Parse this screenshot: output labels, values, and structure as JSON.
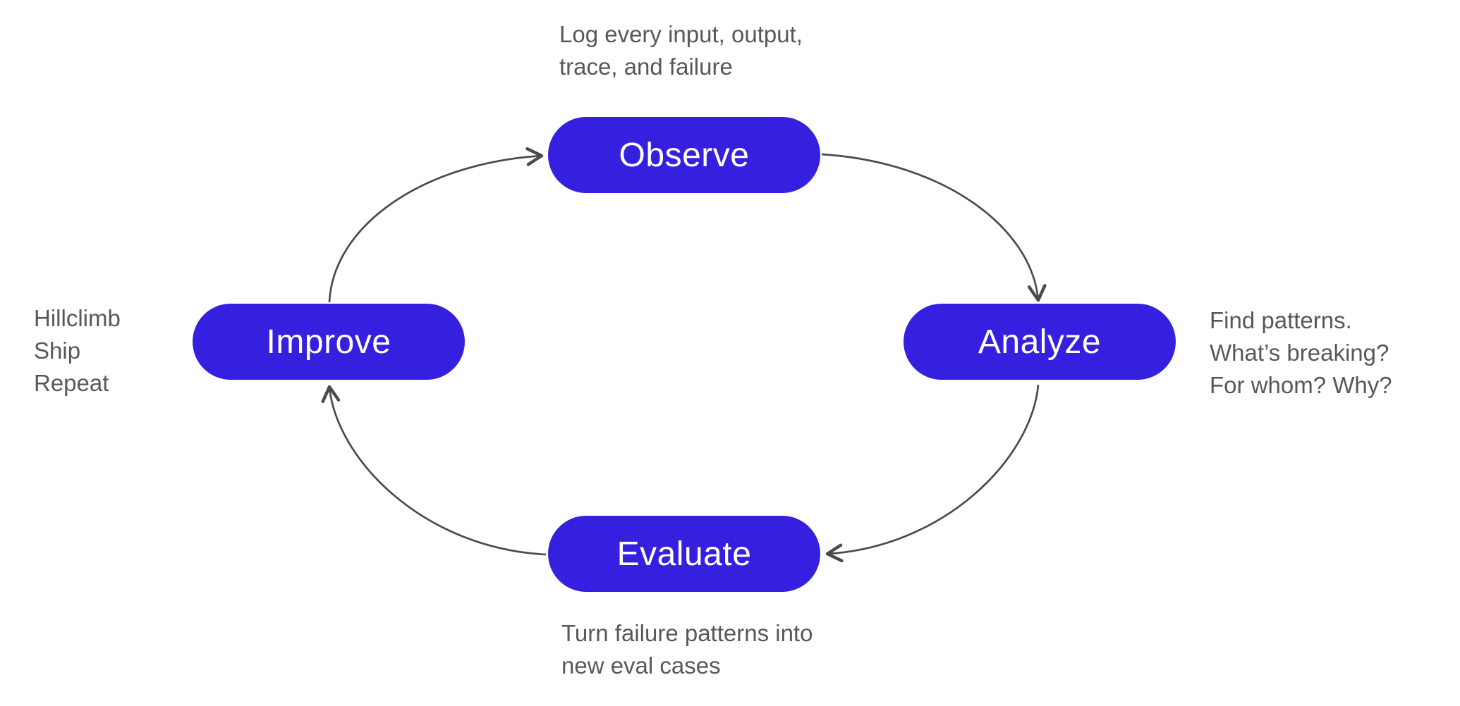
{
  "diagram": {
    "title": "eval-improvement-cycle",
    "nodes": [
      {
        "id": "observe",
        "label": "Observe"
      },
      {
        "id": "analyze",
        "label": "Analyze"
      },
      {
        "id": "evaluate",
        "label": "Evaluate"
      },
      {
        "id": "improve",
        "label": "Improve"
      }
    ],
    "edges": [
      {
        "from": "improve",
        "to": "observe"
      },
      {
        "from": "observe",
        "to": "analyze"
      },
      {
        "from": "analyze",
        "to": "evaluate"
      },
      {
        "from": "evaluate",
        "to": "improve"
      }
    ],
    "notes": {
      "top": "Log every input, output,\ntrace, and failure",
      "right": "Find patterns.\nWhat’s breaking?\nFor whom? Why?",
      "bottom": "Turn failure patterns into\nnew eval cases",
      "left": "Hillclimb\nShip\nRepeat"
    },
    "colors": {
      "node_fill": "#3520df",
      "node_text": "#ffffff",
      "note_text": "#58585a",
      "arrow": "#4b4b4b",
      "background": "#ffffff"
    }
  }
}
